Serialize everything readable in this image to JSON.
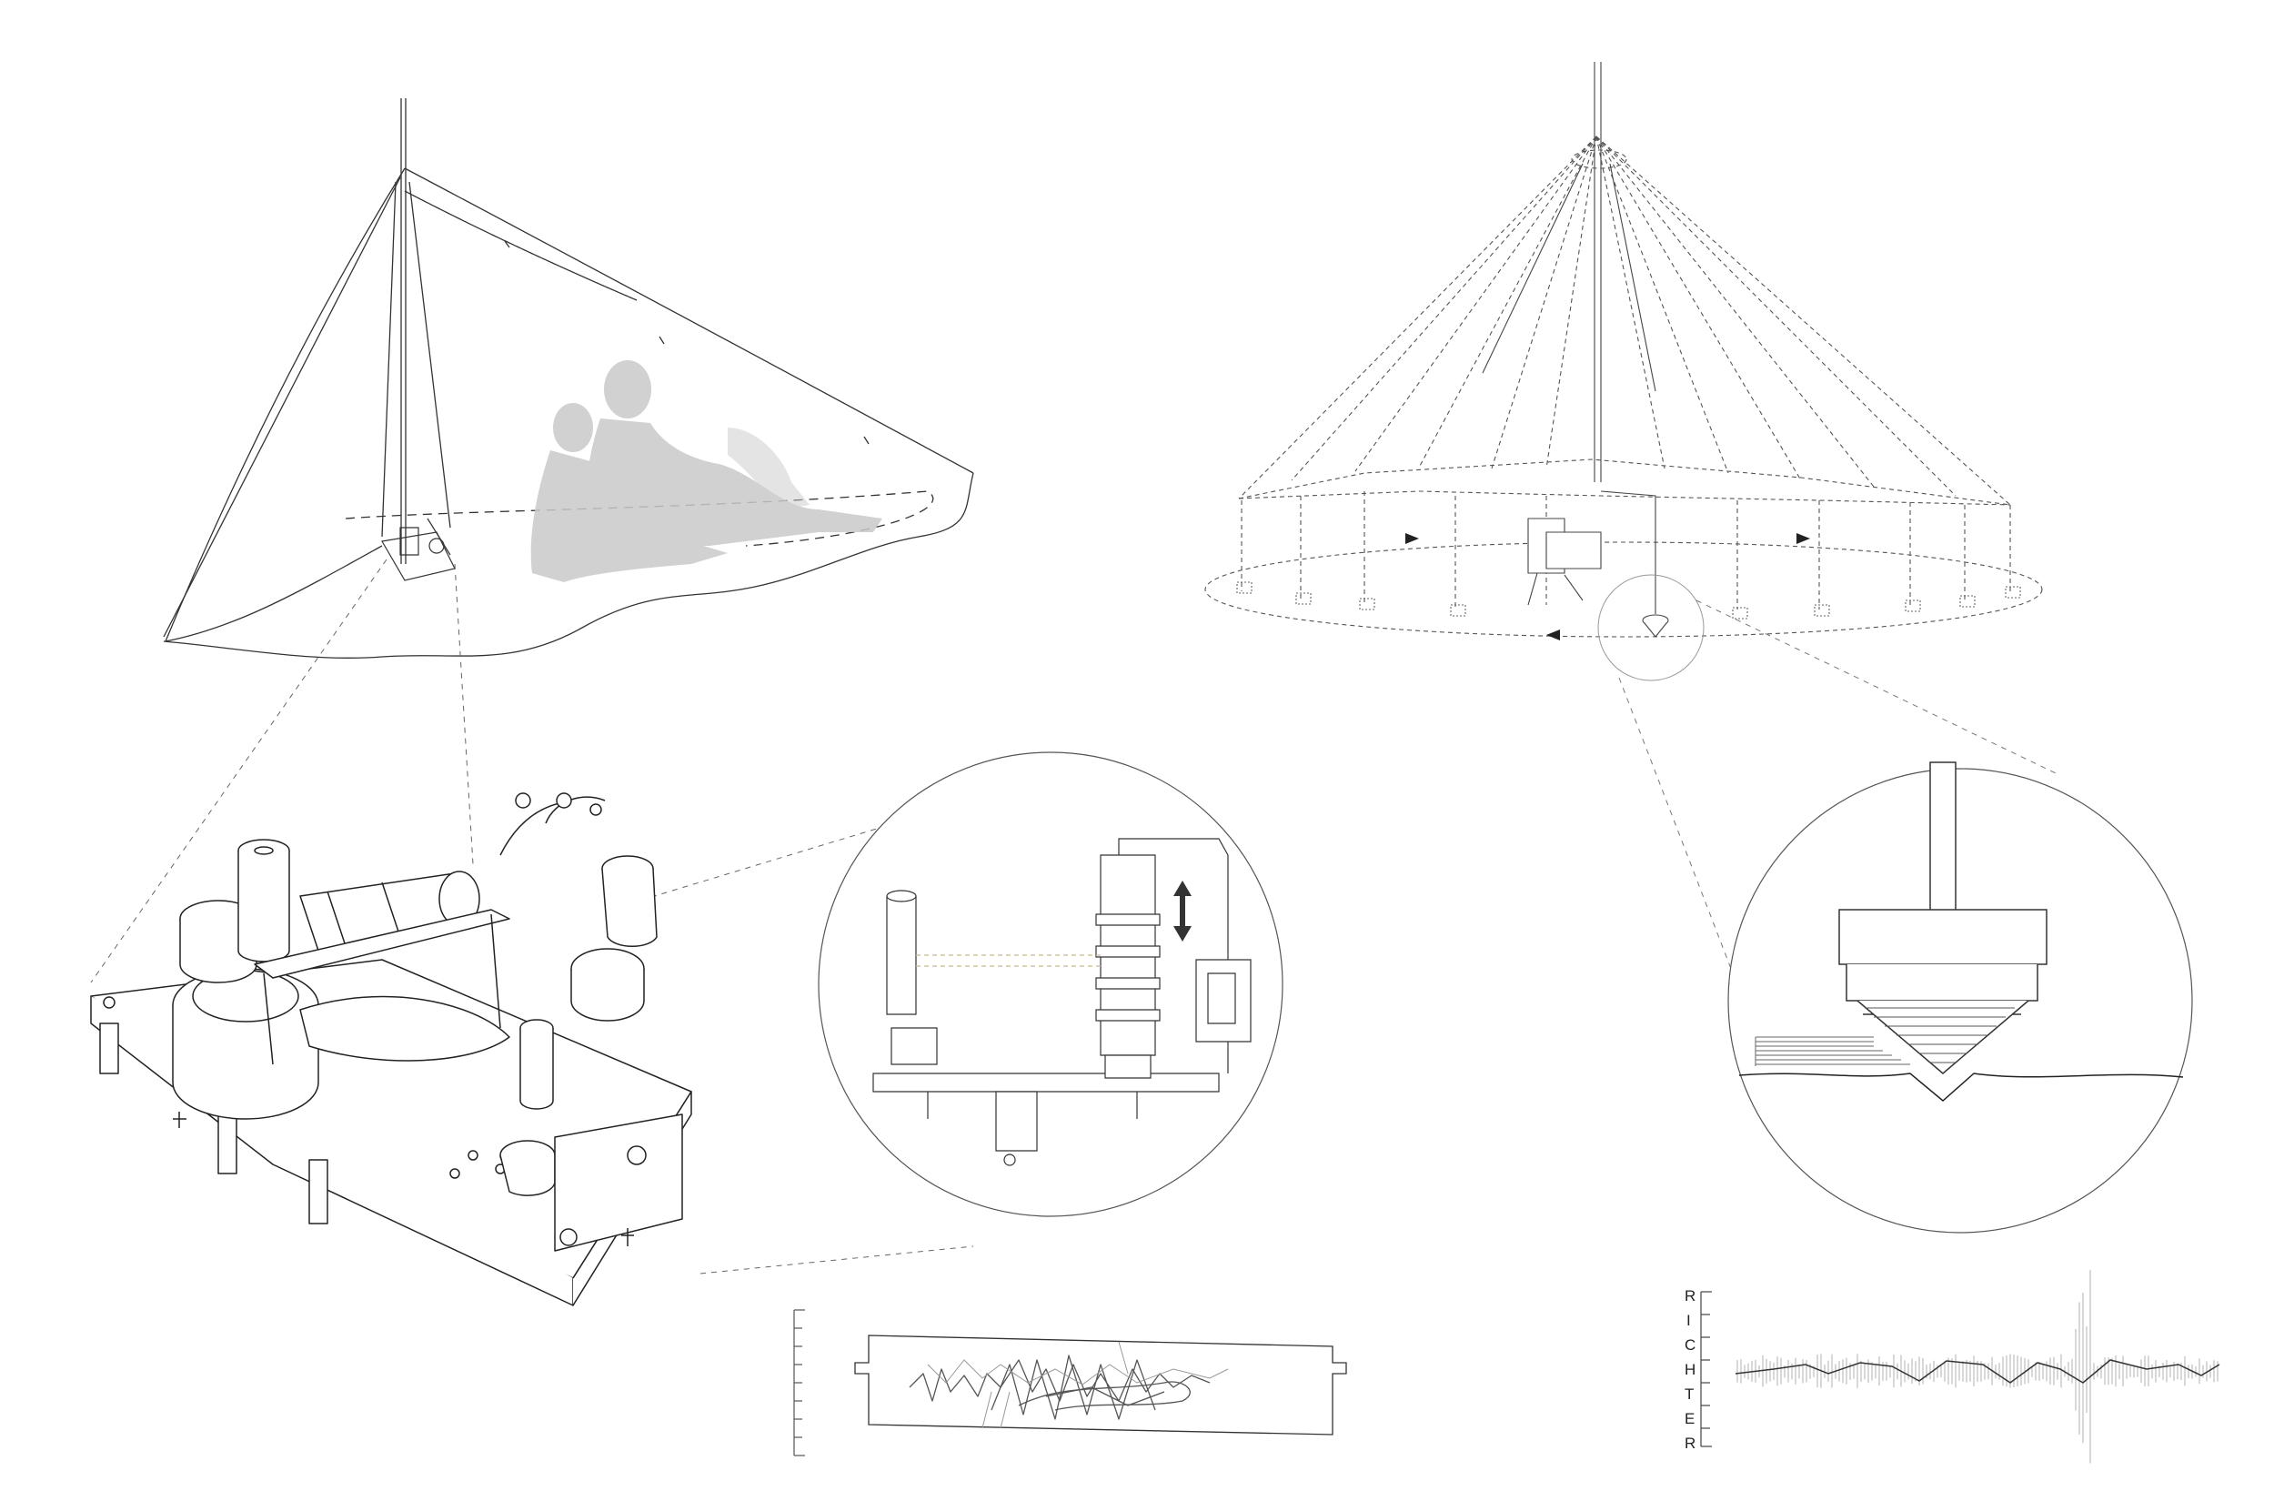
{
  "scale_label": {
    "letters": [
      "R",
      "I",
      "C",
      "H",
      "T",
      "E",
      "R"
    ]
  }
}
